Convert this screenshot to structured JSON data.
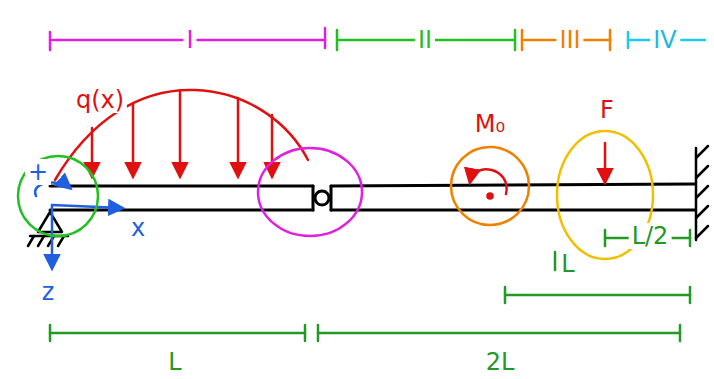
{
  "diagram": {
    "labels": [
      "I",
      "II",
      "III",
      "IV",
      "q(x)",
      "+",
      "x",
      "z",
      "M₀",
      "F",
      "L",
      "L/2",
      "L",
      "2L"
    ]
  }
}
